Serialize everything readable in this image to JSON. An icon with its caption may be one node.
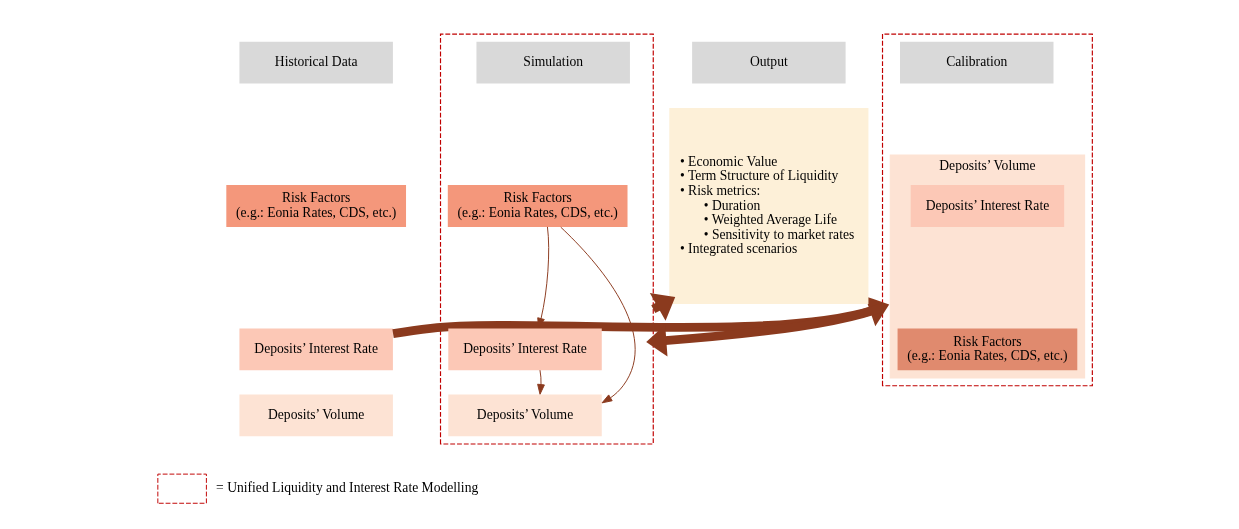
{
  "diagram": {
    "nodes": [
      {
        "text": [
          "Historical Data"
        ]
      },
      {
        "text": [
          "Risk Factors",
          "(e.g.: Eonia Rates, CDS, etc.)"
        ]
      },
      {
        "text": [
          "Deposits’ Interest Rate"
        ]
      },
      {
        "text": [
          "Deposits’ Volume"
        ]
      },
      {
        "text": [],
        "shape": "box"
      },
      {
        "text": [
          "Calibration"
        ],
        "in": 4
      },
      {
        "text": [
          "Deposits’ Volume"
        ],
        "in": 4
      },
      {
        "text": [
          "Deposits’ Interest Rate"
        ],
        "in": 6
      },
      {
        "text": [
          "Risk Factors",
          "(e.g.: Eonia Rates, CDS, etc.)"
        ],
        "in": 6
      },
      {
        "text": [],
        "shape": "box"
      },
      {
        "text": [
          "Simulation"
        ],
        "in": 9
      },
      {
        "text": [
          "Risk Factors",
          "(e.g.: Eonia Rates, CDS, etc.)"
        ],
        "in": 9
      },
      {
        "text": [
          "Deposits’ Interest Rate"
        ],
        "in": 9
      },
      {
        "text": [
          "Deposits’ Volume"
        ],
        "in": 9
      },
      {
        "text": [
          "Output"
        ]
      },
      {
        "text": [
          "• Economic Value",
          "• Term Structure of Liquidity",
          "• Risk metrics:",
          "• Duration",
          "• Weighted Average Life",
          "• Sensitivity to market rates",
          "• Integrated scenarios"
        ]
      }
    ],
    "edges": [
      {
        "from": 2,
        "to": 4,
        "arrow": "to",
        "style": "thick"
      },
      {
        "from": 4,
        "to": 9,
        "arrow": "to",
        "style": "thick"
      },
      {
        "from": 9,
        "to": 15,
        "arrow": "to",
        "style": "thick"
      },
      {
        "from": 11,
        "to": 12,
        "arrow": "to"
      },
      {
        "from": 12,
        "to": 13,
        "arrow": "to"
      },
      {
        "from": 11,
        "to": 13,
        "arrow": "to"
      }
    ],
    "legend": [
      {
        "text": "= Unified Liquidity and Interest Rate Modelling"
      }
    ]
  }
}
